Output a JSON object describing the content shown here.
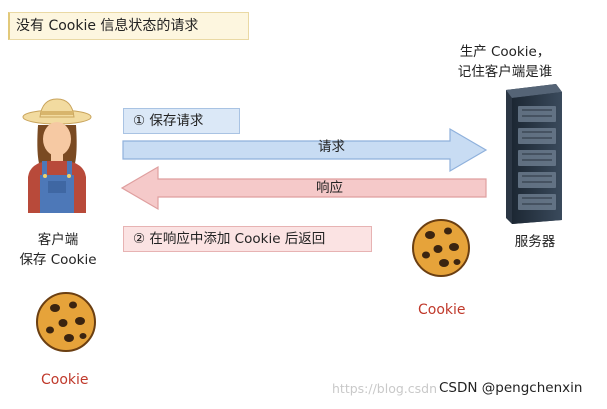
{
  "title": "没有 Cookie 信息状态的请求",
  "server_note": [
    "生产 Cookie，",
    "记住客户端是谁"
  ],
  "client_label": [
    "客户端",
    "保存 Cookie"
  ],
  "server_label": "服务器",
  "step1": "① 保存请求",
  "step2": "② 在响应中添加 Cookie 后返回",
  "arrow_request": "请求",
  "arrow_response": "响应",
  "cookie_server": "Cookie",
  "cookie_client": "Cookie",
  "watermark": "https://blog.csdn",
  "csdn_credit": "CSDN @pengchenxin",
  "colors": {
    "request_arrow": "#c8dcf3",
    "response_arrow": "#f5c9c9",
    "cookie_text": "#c0392b"
  },
  "icons": [
    "client-person-icon",
    "server-rack-icon",
    "cookie-icon"
  ]
}
